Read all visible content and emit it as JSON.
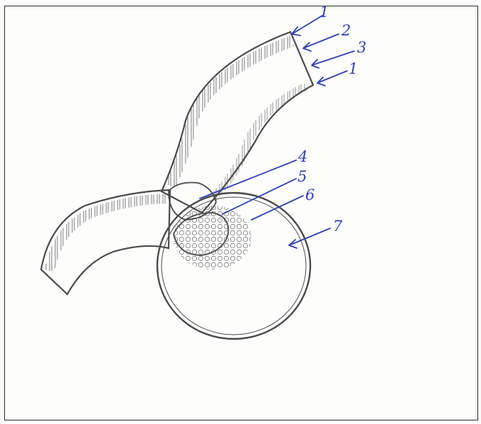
{
  "diagram": {
    "labels": [
      {
        "id": "l1a",
        "text": "1"
      },
      {
        "id": "l2",
        "text": "2"
      },
      {
        "id": "l3",
        "text": "3"
      },
      {
        "id": "l1b",
        "text": "1"
      },
      {
        "id": "l4",
        "text": "4"
      },
      {
        "id": "l5",
        "text": "5"
      },
      {
        "id": "l6",
        "text": "6"
      },
      {
        "id": "l7",
        "text": "7"
      }
    ]
  },
  "colors": {
    "ink": "#2f3fb5",
    "pencil": "#4a4a4a",
    "paper": "#fdfdfc"
  }
}
